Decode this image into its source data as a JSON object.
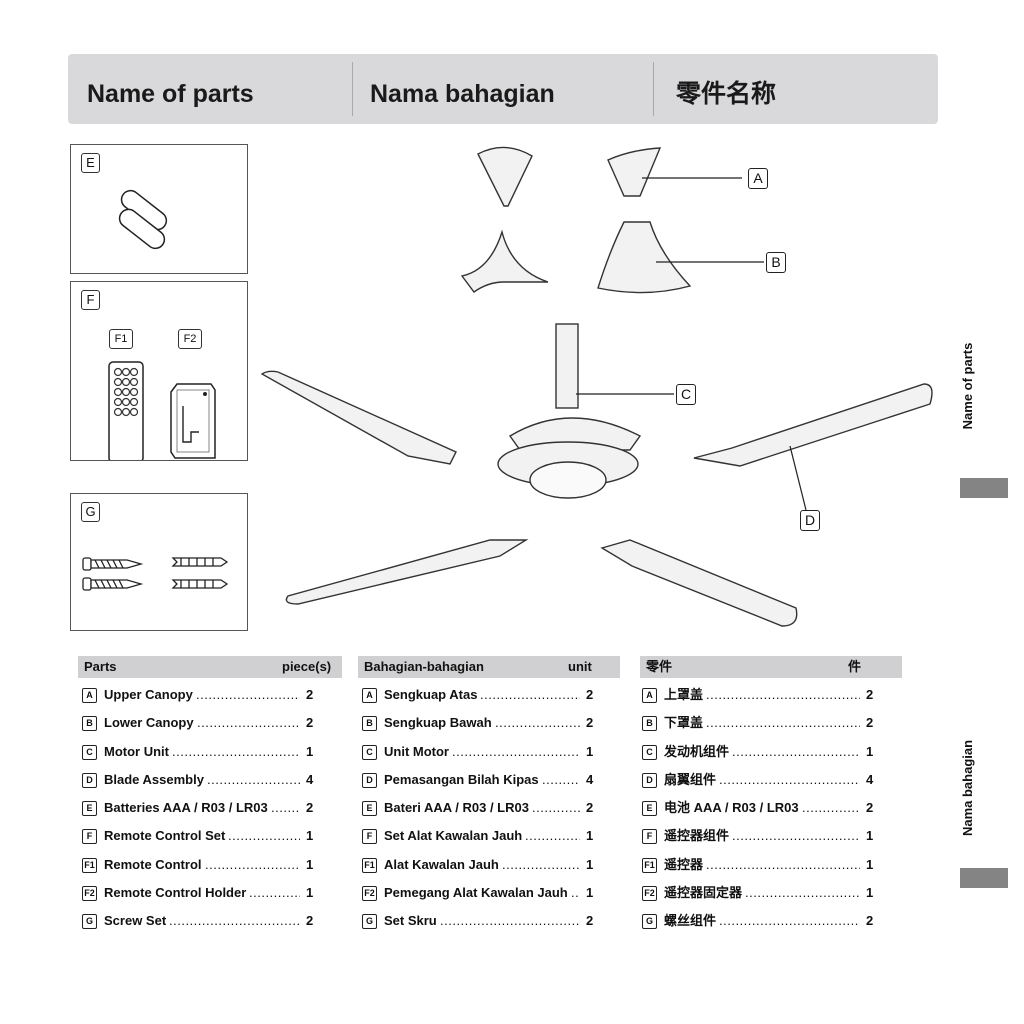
{
  "header": {
    "col1": "Name of parts",
    "col2": "Nama bahagian",
    "col3": "零件名称"
  },
  "boxes": {
    "e_label": "E",
    "f_label": "F",
    "f1_label": "F1",
    "f2_label": "F2",
    "g_label": "G"
  },
  "callouts": {
    "a": "A",
    "b": "B",
    "c": "C",
    "d": "D"
  },
  "side": {
    "top": "Name of parts",
    "bottom": "Nama bahagian"
  },
  "tables": {
    "en": {
      "head_parts": "Parts",
      "head_qty": "piece(s)",
      "rows": [
        {
          "key": "A",
          "name": "Upper Canopy",
          "qty": "2"
        },
        {
          "key": "B",
          "name": "Lower Canopy",
          "qty": "2"
        },
        {
          "key": "C",
          "name": "Motor Unit",
          "qty": "1"
        },
        {
          "key": "D",
          "name": "Blade Assembly",
          "qty": "4"
        },
        {
          "key": "E",
          "name": "Batteries AAA / R03 / LR03",
          "qty": "2"
        },
        {
          "key": "F",
          "name": "Remote Control Set",
          "qty": "1"
        },
        {
          "key": "F1",
          "name": "Remote Control",
          "qty": "1"
        },
        {
          "key": "F2",
          "name": "Remote Control Holder",
          "qty": "1"
        },
        {
          "key": "G",
          "name": "Screw Set",
          "qty": "2"
        }
      ]
    },
    "ms": {
      "head_parts": "Bahagian-bahagian",
      "head_qty": "unit",
      "rows": [
        {
          "key": "A",
          "name": "Sengkuap Atas",
          "qty": "2"
        },
        {
          "key": "B",
          "name": "Sengkuap Bawah",
          "qty": "2"
        },
        {
          "key": "C",
          "name": "Unit Motor",
          "qty": "1"
        },
        {
          "key": "D",
          "name": "Pemasangan Bilah Kipas",
          "qty": "4"
        },
        {
          "key": "E",
          "name": "Bateri AAA / R03 / LR03",
          "qty": "2"
        },
        {
          "key": "F",
          "name": "Set Alat Kawalan Jauh",
          "qty": "1"
        },
        {
          "key": "F1",
          "name": "Alat Kawalan Jauh",
          "qty": "1"
        },
        {
          "key": "F2",
          "name": "Pemegang Alat Kawalan Jauh",
          "qty": "1"
        },
        {
          "key": "G",
          "name": "Set Skru",
          "qty": "2"
        }
      ]
    },
    "zh": {
      "head_parts": "零件",
      "head_qty": "件",
      "rows": [
        {
          "key": "A",
          "name": "上罩盖",
          "qty": "2"
        },
        {
          "key": "B",
          "name": "下罩盖",
          "qty": "2"
        },
        {
          "key": "C",
          "name": "发动机组件",
          "qty": "1"
        },
        {
          "key": "D",
          "name": "扇翼组件",
          "qty": "4"
        },
        {
          "key": "E",
          "name": "电池 AAA / R03 / LR03",
          "qty": "2"
        },
        {
          "key": "F",
          "name": "遥控器组件",
          "qty": "1"
        },
        {
          "key": "F1",
          "name": "遥控器",
          "qty": "1"
        },
        {
          "key": "F2",
          "name": "遥控器固定器",
          "qty": "1"
        },
        {
          "key": "G",
          "name": "螺丝组件",
          "qty": "2"
        }
      ]
    }
  }
}
